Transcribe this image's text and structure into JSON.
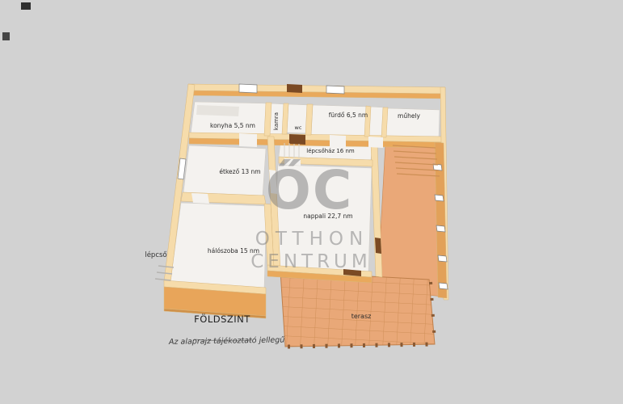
{
  "floorplan": {
    "rooms": {
      "konyha": "konyha 5,5 nm",
      "kamra": "kamra",
      "wc": "wc",
      "furdo": "fürdő 6,5 nm",
      "muhely": "műhely",
      "lepcsohaz": "lépcsőház 16 nm",
      "etkezo": "étkező 13 nm",
      "nappali": "nappali 22,7 nm",
      "haloszoba": "hálószoba 15 nm",
      "terasz": "terasz"
    },
    "labels": {
      "lepcso": "lépcső",
      "floor_name": "FÖLDSZINT",
      "disclaimer": "Az alaprajz tájékoztató jellegű"
    },
    "colors": {
      "background": "#d2d2d2",
      "wall_top": "#f6dcab",
      "wall_face": "#e9a95c",
      "wall_face_dark": "#cf9049",
      "floor": "#f4f2ef",
      "terrace_floor": "#e9a878",
      "door_wood": "#7b4a24"
    }
  },
  "watermark": {
    "logo": "ŐC",
    "line1": "OTTHON",
    "line2": "CENTRUM",
    "color": "#7c7c7c"
  }
}
